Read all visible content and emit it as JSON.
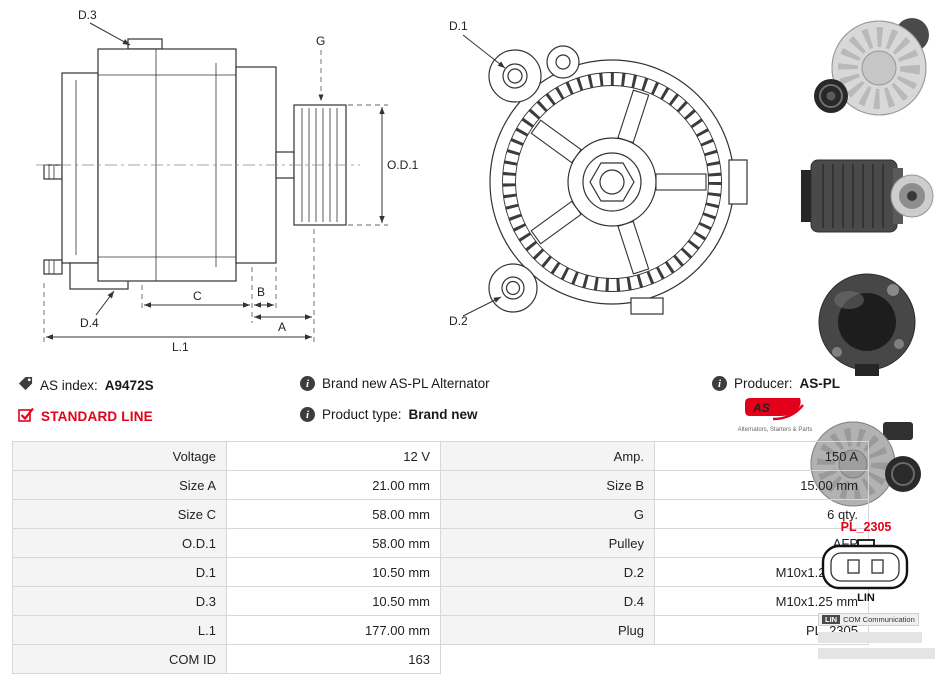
{
  "colors": {
    "accent_red": "#e2001a"
  },
  "header": {
    "as_index": {
      "label": "AS index:",
      "value": "A9472S"
    },
    "standard_line": "STANDARD LINE",
    "brand_new": "Brand new AS-PL Alternator",
    "product_type": {
      "label": "Product type:",
      "value": "Brand new"
    },
    "producer": {
      "label": "Producer:",
      "value": "AS-PL"
    },
    "logo": {
      "text": "AS",
      "tagline": "Alternators, Starters & Parts"
    }
  },
  "diagram": {
    "side": {
      "d3": "D.3",
      "g": "G",
      "od1": "O.D.1",
      "d4": "D.4",
      "c": "C",
      "b": "B",
      "a": "A",
      "l1": "L.1"
    },
    "front": {
      "d1": "D.1",
      "d2": "D.2"
    }
  },
  "spec": {
    "rows": [
      [
        "Voltage",
        "12 V",
        "Amp.",
        "150 A"
      ],
      [
        "Size A",
        "21.00 mm",
        "Size B",
        "15.00 mm"
      ],
      [
        "Size C",
        "58.00 mm",
        "G",
        "6 qty."
      ],
      [
        "O.D.1",
        "58.00 mm",
        "Pulley",
        "AFP"
      ],
      [
        "D.1",
        "10.50 mm",
        "D.2",
        "M10x1.25 mm"
      ],
      [
        "D.3",
        "10.50 mm",
        "D.4",
        "M10x1.25 mm"
      ],
      [
        "L.1",
        "177.00 mm",
        "Plug",
        "PL_2305"
      ],
      [
        "COM ID",
        "163",
        "",
        ""
      ]
    ]
  },
  "connector": {
    "name": "PL_2305",
    "pin_label": "LIN",
    "badge": {
      "tag": "LIN",
      "text": "COM Communication"
    }
  }
}
